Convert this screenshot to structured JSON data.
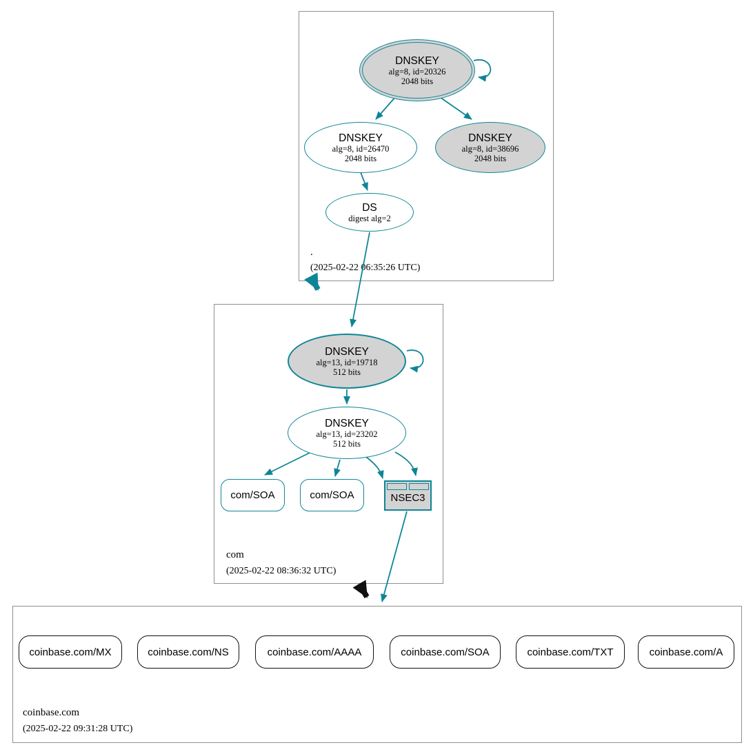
{
  "colors": {
    "teal": "#0e8596",
    "gray_fill": "#d3d3d3",
    "box_border": "#8f8f8f",
    "black_arrow": "#111111"
  },
  "zones": [
    {
      "label": ".",
      "timestamp": "(2025-02-22 06:35:26 UTC)",
      "nodes": {
        "ksk": {
          "title": "DNSKEY",
          "detail": "alg=8, id=20326",
          "bits": "2048 bits"
        },
        "zsk": {
          "title": "DNSKEY",
          "detail": "alg=8, id=26470",
          "bits": "2048 bits"
        },
        "key2": {
          "title": "DNSKEY",
          "detail": "alg=8, id=38696",
          "bits": "2048 bits"
        },
        "ds": {
          "title": "DS",
          "detail": "digest alg=2"
        }
      }
    },
    {
      "label": "com",
      "timestamp": "(2025-02-22 08:36:32 UTC)",
      "nodes": {
        "ksk": {
          "title": "DNSKEY",
          "detail": "alg=13, id=19718",
          "bits": "512 bits"
        },
        "zsk": {
          "title": "DNSKEY",
          "detail": "alg=13, id=23202",
          "bits": "512 bits"
        },
        "soa1": {
          "label": "com/SOA"
        },
        "soa2": {
          "label": "com/SOA"
        },
        "nsec3": {
          "label": "NSEC3"
        }
      }
    },
    {
      "label": "coinbase.com",
      "timestamp": "(2025-02-22 09:31:28 UTC)",
      "rrsets": [
        {
          "label": "coinbase.com/MX"
        },
        {
          "label": "coinbase.com/NS"
        },
        {
          "label": "coinbase.com/AAAA"
        },
        {
          "label": "coinbase.com/SOA"
        },
        {
          "label": "coinbase.com/TXT"
        },
        {
          "label": "coinbase.com/A"
        }
      ]
    }
  ]
}
